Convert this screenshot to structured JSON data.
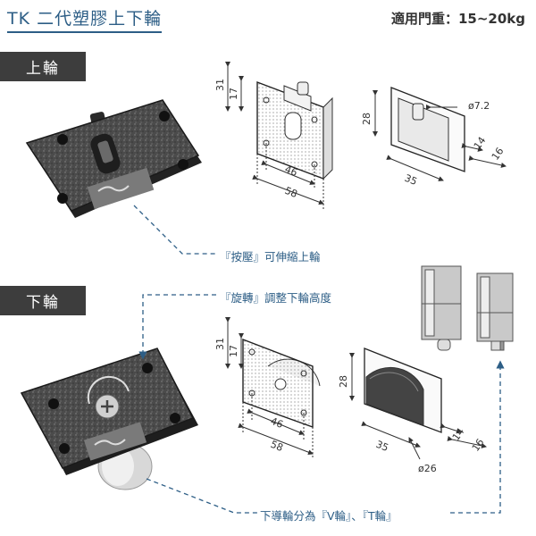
{
  "header": {
    "title": "TK 二代塑膠上下輪",
    "weight": "適用門重：15~20kg"
  },
  "sections": {
    "top_label": "上輪",
    "bottom_label": "下輪"
  },
  "notes": {
    "top_press": "『按壓』可伸縮上輪",
    "bottom_rotate": "『旋轉』調整下輪高度",
    "bottom_wheel": "下導輪分為『V輪』、『T輪』"
  },
  "dims": {
    "top": {
      "h31": "31",
      "h17": "17",
      "w46": "46",
      "w58": "58",
      "h28": "28",
      "d72": "ø7.2",
      "w35": "35",
      "w14": "14",
      "w16": "16"
    },
    "bottom": {
      "h31": "31",
      "h17": "17",
      "w46": "46",
      "w58": "58",
      "h28": "28",
      "w35": "35",
      "w14": "14",
      "w16": "16",
      "d26": "ø26"
    }
  },
  "colors": {
    "accent": "#2d5e86",
    "tab": "#3d3d3d"
  }
}
